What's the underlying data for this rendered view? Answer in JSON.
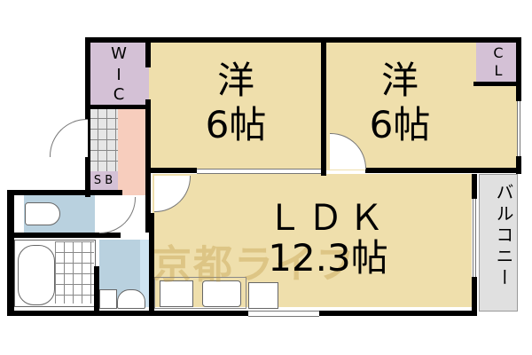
{
  "floorplan": {
    "rooms": {
      "western_room_1": {
        "type": "洋",
        "size": "6帖"
      },
      "western_room_2": {
        "type": "洋",
        "size": "6帖"
      },
      "ldk": {
        "type": "ＬＤＫ",
        "size": "12.3帖"
      },
      "wic": {
        "label": "WIC",
        "letters": [
          "W",
          "I",
          "C"
        ]
      },
      "cl": {
        "label": "CL",
        "letters": [
          "C",
          "L"
        ]
      },
      "sb": {
        "label": "S B"
      },
      "balcony": {
        "label": "バルコニー"
      }
    },
    "watermark": "京都ライフ",
    "colors": {
      "western_room": "#efdfac",
      "storage": "#d4c1d6",
      "hallway": "#f7cdbd",
      "wet_area": "#b9d1df",
      "balcony": "#e0e0e0",
      "wall": "#000000"
    }
  }
}
